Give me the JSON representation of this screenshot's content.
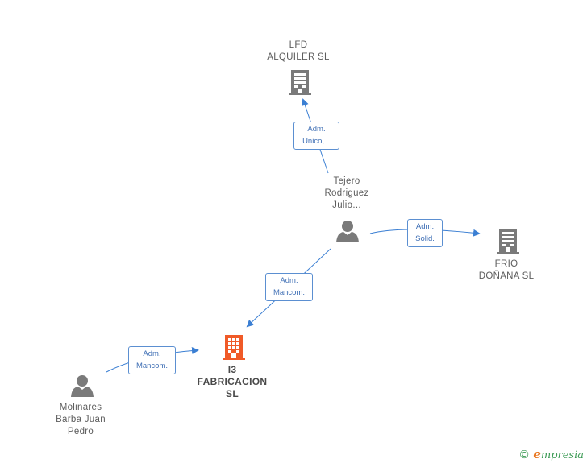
{
  "colors": {
    "edge": "#3b7fd3",
    "company": "#7a7a7a",
    "company_main": "#f05a28",
    "person": "#7a7a7a"
  },
  "nodes": [
    {
      "id": "lfd",
      "type": "company",
      "label": "LFD\nALQUILER  SL",
      "icon": "building-icon"
    },
    {
      "id": "tejero",
      "type": "person",
      "label": "Tejero\nRodriguez\nJulio...",
      "icon": "person-icon"
    },
    {
      "id": "frio",
      "type": "company",
      "label": "FRIO\nDOÑANA  SL",
      "icon": "building-icon"
    },
    {
      "id": "i3",
      "type": "company_main",
      "label": "I3\nFABRICACION\nSL",
      "icon": "building-icon"
    },
    {
      "id": "molinares",
      "type": "person",
      "label": "Molinares\nBarba Juan\nPedro",
      "icon": "person-icon"
    }
  ],
  "edges": [
    {
      "from": "tejero",
      "to": "lfd",
      "label": "Adm.\nUnico,..."
    },
    {
      "from": "tejero",
      "to": "frio",
      "label": "Adm.\nSolid."
    },
    {
      "from": "tejero",
      "to": "i3",
      "label": "Adm.\nMancom."
    },
    {
      "from": "molinares",
      "to": "i3",
      "label": "Adm.\nMancom."
    }
  ],
  "footer": {
    "copyright": "©",
    "brand_initial": "e",
    "brand_rest": "mpresia"
  }
}
